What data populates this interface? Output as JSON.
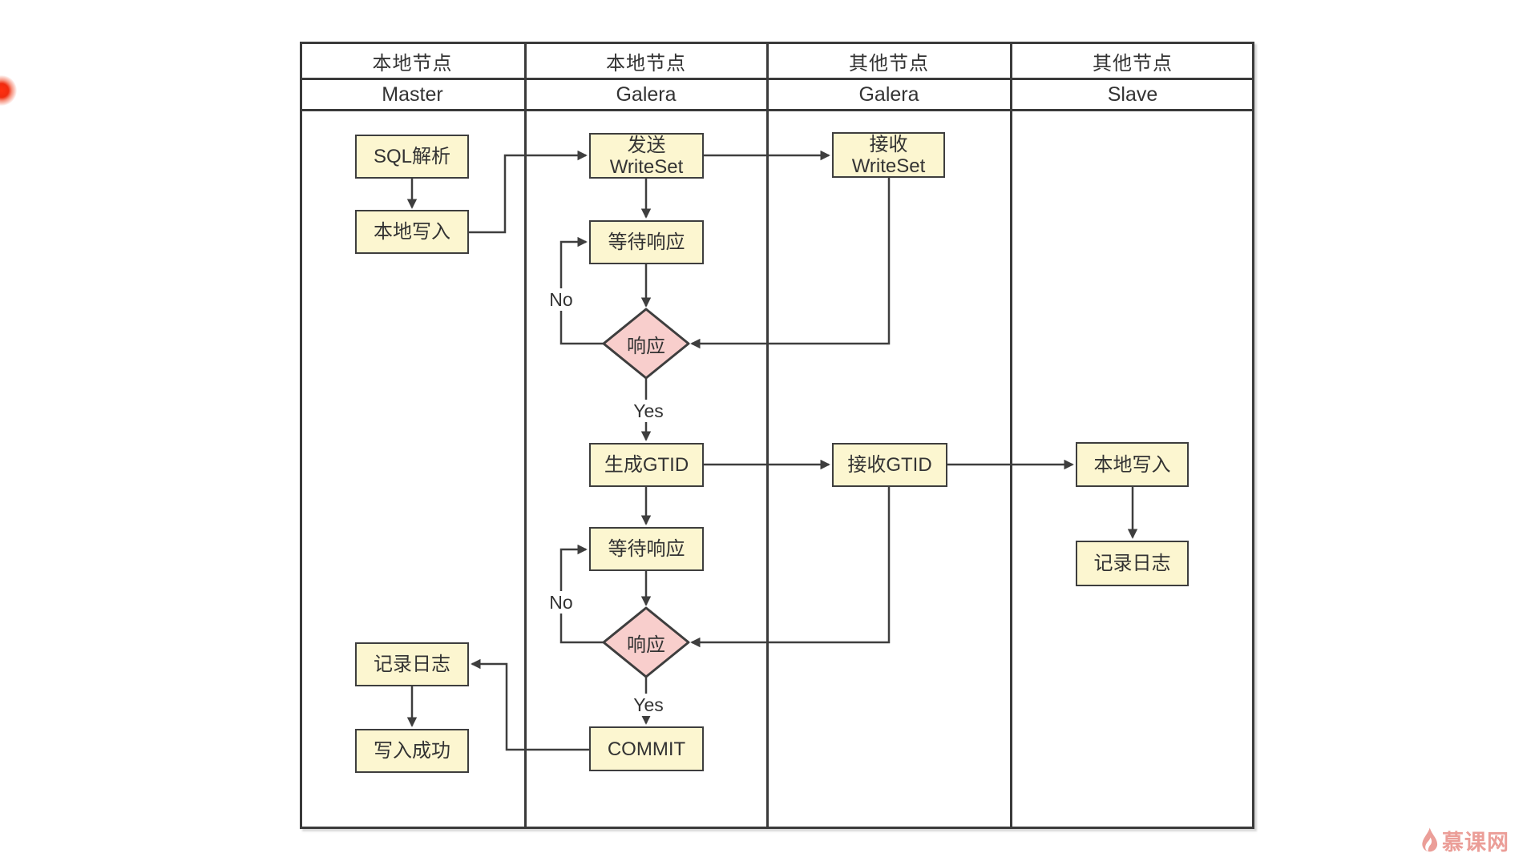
{
  "header": {
    "lanes": [
      {
        "group": "本地节点",
        "role": "Master"
      },
      {
        "group": "本地节点",
        "role": "Galera"
      },
      {
        "group": "其他节点",
        "role": "Galera"
      },
      {
        "group": "其他节点",
        "role": "Slave"
      }
    ]
  },
  "nodes": {
    "sql_parse": "SQL解析",
    "local_write_master": "本地写入",
    "send_writeset_line1": "发送",
    "send_writeset_line2": "WriteSet",
    "wait_response_1": "等待响应",
    "response_1": "响应",
    "generate_gtid": "生成GTID",
    "wait_response_2": "等待响应",
    "response_2": "响应",
    "commit": "COMMIT",
    "recv_writeset_line1": "接收",
    "recv_writeset_line2": "WriteSet",
    "recv_gtid": "接收GTID",
    "local_write_slave": "本地写入",
    "log_slave": "记录日志",
    "log_master": "记录日志",
    "write_success": "写入成功"
  },
  "edge_labels": {
    "no_1": "No",
    "yes_1": "Yes",
    "no_2": "No",
    "yes_2": "Yes"
  },
  "watermark": {
    "text": "慕课网"
  },
  "colors": {
    "node_fill": "#FCF6D0",
    "node_border": "#3E3E3E",
    "decision_fill": "#F8CECC",
    "connector": "#3E3E3E",
    "text": "#333333",
    "watermark": "#EB9E98",
    "indicator": "#F02B0F"
  }
}
